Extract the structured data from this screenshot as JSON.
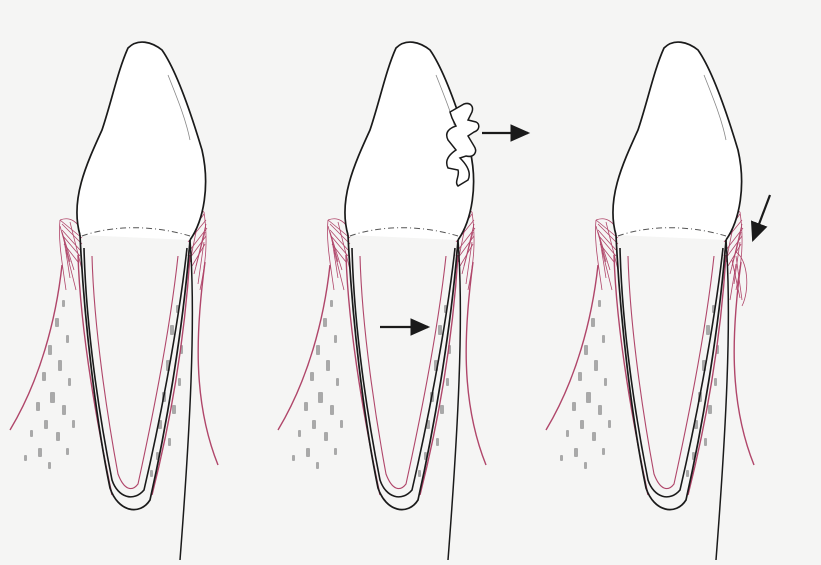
{
  "figure": {
    "panels": [
      {
        "id": "panel-1",
        "has_appliance": false,
        "arrows": []
      },
      {
        "id": "panel-2",
        "has_appliance": true,
        "arrows": [
          "appliance-pull-arrow",
          "root-side-arrow"
        ]
      },
      {
        "id": "panel-3",
        "has_appliance": false,
        "arrows": [
          "gingival-margin-arrow"
        ]
      }
    ],
    "colors": {
      "background": "#f5f5f4",
      "outline": "#1a1a1a",
      "gingiva_fibers": "#b0466a",
      "bone_stipple": "#a9a9a9",
      "cej_line": "#555555"
    },
    "icons": [
      "arrow-right-icon",
      "arrow-down-icon",
      "bracket-appliance-icon"
    ]
  }
}
